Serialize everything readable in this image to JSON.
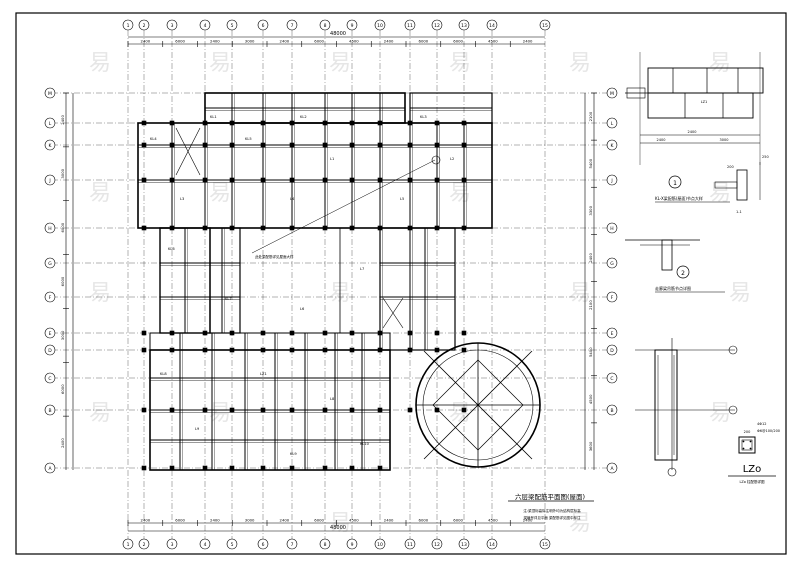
{
  "dims_top": [
    "2400",
    "6000",
    "2400",
    "3000",
    "2400",
    "6000",
    "4500",
    "2400",
    "6000",
    "6000",
    "4500",
    "2400"
  ],
  "dim_top_total": "48000",
  "dims_bottom": [
    "2400",
    "6000",
    "2400",
    "3000",
    "2400",
    "6000",
    "4500",
    "2400",
    "6000",
    "6000",
    "4500",
    "2400"
  ],
  "dim_bottom_total": "48000",
  "dims_left": [
    "2400",
    "3000",
    "6000",
    "6000",
    "3000",
    "6000",
    "2400"
  ],
  "dims_right": [
    "2100",
    "5400",
    "3300",
    "2400",
    "2100",
    "5400",
    "4500",
    "3600"
  ],
  "grid_left": [
    "M",
    "L",
    "K",
    "J",
    "H",
    "G",
    "F",
    "E",
    "D",
    "C",
    "B",
    "A"
  ],
  "grid_right": [
    "M",
    "L",
    "K",
    "J",
    "H",
    "G",
    "F",
    "E",
    "D",
    "C",
    "B",
    "A"
  ],
  "grid_top": [
    "1",
    "2",
    "3",
    "4",
    "5",
    "6",
    "7",
    "8",
    "9",
    "10",
    "11",
    "12",
    "13",
    "14",
    "15"
  ],
  "grid_bottom": [
    "1",
    "2",
    "3",
    "4",
    "5",
    "6",
    "7",
    "8",
    "9",
    "10",
    "11",
    "12",
    "13",
    "14",
    "15"
  ],
  "beam_labels": [
    "KL1",
    "KL2",
    "KL3",
    "KL4",
    "KL5",
    "L1",
    "L2",
    "L3",
    "L4",
    "L5",
    "KL6",
    "KL7",
    "L6",
    "L7",
    "KL8",
    "LZ1",
    "L8",
    "L9",
    "KL9",
    "KL10"
  ],
  "plan_title": "六层梁配筋平面图(屋面)",
  "plan_note_1": "注:梁顶标高除注明外均为结构层标高",
  "plan_note_2": "梁编号详见平面 梁配筋详见图中标注",
  "callout_text": "此处梁配筋详见屋面大样",
  "detail_1_title": "1",
  "detail_1_caption": "KL-X梁配筋(屋面)节点大样",
  "detail_2_title": "2",
  "detail_2_caption": "走廊梁吊筋节点详图",
  "detail_top_labels": [
    "2400",
    "3000",
    "LZ1",
    "2400"
  ],
  "detail_small_labels": [
    "200",
    "250",
    "1-1"
  ],
  "lzo_title": "LZo",
  "lzo_spec_1": "4Φ12",
  "lzo_spec_2": "Φ6@100/200",
  "lzo_size": "200",
  "lzo_caption": "LZo 柱配筋详图",
  "watermark": [
    "易",
    "易",
    "易",
    "易",
    "易",
    "易",
    "易",
    "易",
    "易",
    "易",
    "易",
    "易",
    "易",
    "易",
    "易",
    "易",
    "易",
    "易",
    "易",
    "易"
  ]
}
